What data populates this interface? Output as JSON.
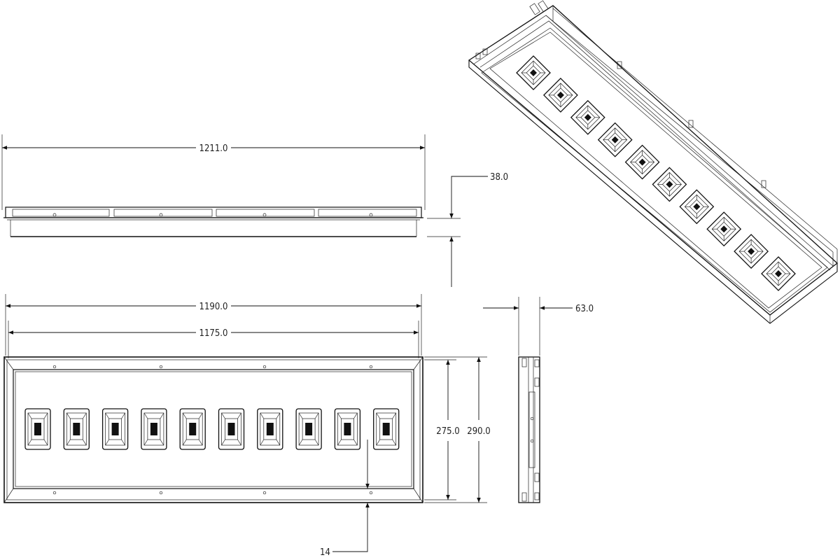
{
  "drawing": {
    "module_count": 10,
    "dimensions": {
      "overall_length": "1211.0",
      "height": "38.0",
      "frame_length": "1190.0",
      "inner_length": "1175.0",
      "depth": "63.0",
      "inner_width": "275.0",
      "overall_width": "290.0",
      "inset": "14"
    },
    "colors": {
      "line": "#111111",
      "background": "#ffffff"
    }
  }
}
